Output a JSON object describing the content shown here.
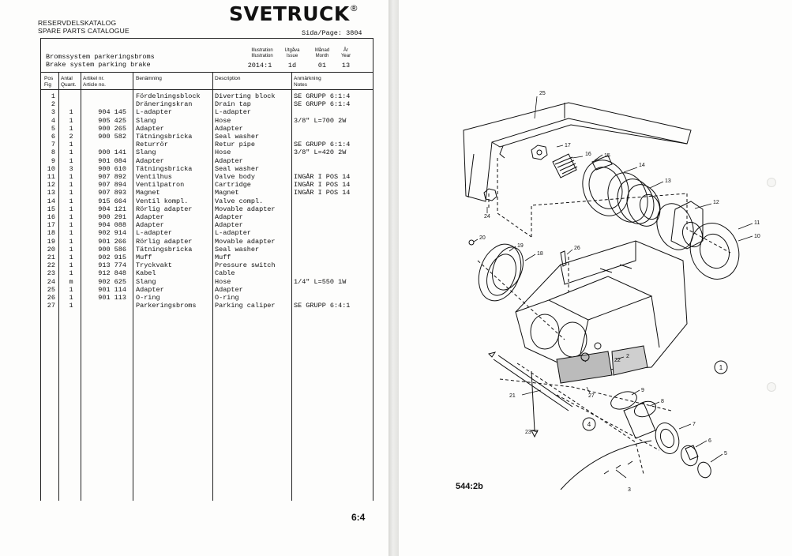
{
  "header": {
    "catalog_sv": "RESERVDELSKATALOG",
    "catalog_en": "SPARE PARTS CATALOGUE",
    "brand": "SVETRUCK",
    "registered": "®",
    "page_label": "Sida/Page:",
    "page_number": "3804"
  },
  "subject": {
    "sv": "Bromssystem parkeringsbroms",
    "en": "Brake system parking brake"
  },
  "illustration_block": {
    "illustration_label_sv": "Illustration",
    "illustration_label_en": "Illustration",
    "illustration": "2014:1",
    "issue_label_sv": "Utgåva",
    "issue_label_en": "Issue",
    "issue": "1d",
    "month_label_sv": "Månad",
    "month_label_en": "Month",
    "month": "01",
    "year_label_sv": "År",
    "year_label_en": "Year",
    "year": "13"
  },
  "columns": {
    "pos_1": "Pos",
    "pos_2": "Fig",
    "qty_1": "Antal",
    "qty_2": "Quant.",
    "art_1": "Artikel nr.",
    "art_2": "Article no.",
    "name_sv": "Benämning",
    "desc_en": "Description",
    "notes_1": "Anmärkning",
    "notes_2": "Notes"
  },
  "parts": [
    {
      "pos": "1",
      "qty": "",
      "article": "",
      "name_sv": "Fördelningsblock",
      "desc_en": "Diverting block",
      "notes": "SE GRUPP 6:1:4"
    },
    {
      "pos": "2",
      "qty": "",
      "article": "",
      "name_sv": "Dräneringskran",
      "desc_en": "Drain tap",
      "notes": "SE GRUPP 6:1:4"
    },
    {
      "pos": "3",
      "qty": "1",
      "article": "904 145",
      "name_sv": "L-adapter",
      "desc_en": "L-adapter",
      "notes": ""
    },
    {
      "pos": "4",
      "qty": "1",
      "article": "905 425",
      "name_sv": "Slang",
      "desc_en": "Hose",
      "notes": "3/8\" L=700  2W"
    },
    {
      "pos": "5",
      "qty": "1",
      "article": "900 265",
      "name_sv": "Adapter",
      "desc_en": "Adapter",
      "notes": ""
    },
    {
      "pos": "6",
      "qty": "2",
      "article": "900 582",
      "name_sv": "Tätningsbricka",
      "desc_en": "Seal washer",
      "notes": ""
    },
    {
      "pos": "7",
      "qty": "1",
      "article": "",
      "name_sv": "Returrör",
      "desc_en": "Retur pipe",
      "notes": "SE GRUPP 6:1:4"
    },
    {
      "pos": "8",
      "qty": "1",
      "article": "900 141",
      "name_sv": "Slang",
      "desc_en": "Hose",
      "notes": "3/8\" L=420  2W"
    },
    {
      "pos": "9",
      "qty": "1",
      "article": "901 084",
      "name_sv": "Adapter",
      "desc_en": "Adapter",
      "notes": ""
    },
    {
      "pos": "10",
      "qty": "3",
      "article": "900 610",
      "name_sv": "Tätningsbricka",
      "desc_en": "Seal washer",
      "notes": ""
    },
    {
      "pos": "11",
      "qty": "1",
      "article": "907 892",
      "name_sv": "Ventilhus",
      "desc_en": "Valve body",
      "notes": "INGÅR I POS 14"
    },
    {
      "pos": "12",
      "qty": "1",
      "article": "907 894",
      "name_sv": "Ventilpatron",
      "desc_en": "Cartridge",
      "notes": "INGÅR I POS 14"
    },
    {
      "pos": "13",
      "qty": "1",
      "article": "907 893",
      "name_sv": "Magnet",
      "desc_en": "Magnet",
      "notes": "INGÅR I POS 14"
    },
    {
      "pos": "14",
      "qty": "1",
      "article": "915 664",
      "name_sv": "Ventil kompl.",
      "desc_en": "Valve compl.",
      "notes": ""
    },
    {
      "pos": "15",
      "qty": "1",
      "article": "904 121",
      "name_sv": "Rörlig adapter",
      "desc_en": "Movable adapter",
      "notes": ""
    },
    {
      "pos": "16",
      "qty": "1",
      "article": "900 291",
      "name_sv": "Adapter",
      "desc_en": "Adapter",
      "notes": ""
    },
    {
      "pos": "17",
      "qty": "1",
      "article": "904 088",
      "name_sv": "Adapter",
      "desc_en": "Adapter",
      "notes": ""
    },
    {
      "pos": "18",
      "qty": "1",
      "article": "902 914",
      "name_sv": "L-adapter",
      "desc_en": "L-adapter",
      "notes": ""
    },
    {
      "pos": "19",
      "qty": "1",
      "article": "901 266",
      "name_sv": "Rörlig adapter",
      "desc_en": "Movable adapter",
      "notes": ""
    },
    {
      "pos": "20",
      "qty": "1",
      "article": "900 586",
      "name_sv": "Tätningsbricka",
      "desc_en": "Seal washer",
      "notes": ""
    },
    {
      "pos": "21",
      "qty": "1",
      "article": "902 915",
      "name_sv": "Muff",
      "desc_en": "Muff",
      "notes": ""
    },
    {
      "pos": "22",
      "qty": "1",
      "article": "913 774",
      "name_sv": "Tryckvakt",
      "desc_en": "Pressure switch",
      "notes": ""
    },
    {
      "pos": "23",
      "qty": "1",
      "article": "912 848",
      "name_sv": "Kabel",
      "desc_en": "Cable",
      "notes": ""
    },
    {
      "pos": "24",
      "qty": "m",
      "article": "902 625",
      "name_sv": "Slang",
      "desc_en": "Hose",
      "notes": "1/4\" L=550  1W"
    },
    {
      "pos": "25",
      "qty": "1",
      "article": "901 114",
      "name_sv": "Adapter",
      "desc_en": "Adapter",
      "notes": ""
    },
    {
      "pos": "26",
      "qty": "1",
      "article": "901 113",
      "name_sv": "O-ring",
      "desc_en": "O-ring",
      "notes": ""
    },
    {
      "pos": "27",
      "qty": "1",
      "article": "",
      "name_sv": "Parkeringsbroms",
      "desc_en": "Parking caliper",
      "notes": "SE GRUPP 6:4:1"
    }
  ],
  "section_number": "6:4",
  "diagram": {
    "figure_id": "544:2b",
    "callouts": [
      "1",
      "2",
      "3",
      "4",
      "5",
      "6",
      "7",
      "8",
      "9",
      "10",
      "11",
      "12",
      "13",
      "14",
      "15",
      "16",
      "17",
      "18",
      "19",
      "20",
      "21",
      "22",
      "23",
      "24",
      "25",
      "26",
      "27"
    ],
    "circled_callouts": [
      "1",
      "4"
    ]
  }
}
